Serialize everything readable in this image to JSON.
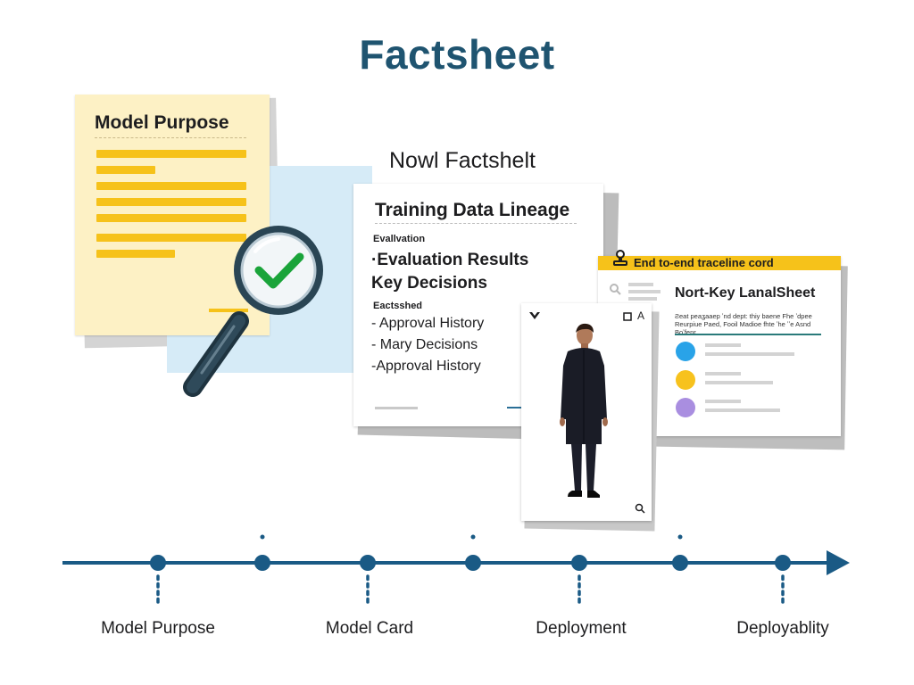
{
  "title": "Factsheet",
  "subtitle": "Nowl Factshelt",
  "colors": {
    "title": "#1f5470",
    "accent_yellow": "#f6c21a",
    "timeline_blue": "#1a5a85",
    "check_green": "#1aa43a",
    "dot_blue": "#29a3e8",
    "dot_yellow": "#f7c21d",
    "dot_purple": "#a98ee0"
  },
  "card_purpose": {
    "title": "Model Purpose"
  },
  "card_lineage": {
    "title": "Training Data Lineage",
    "small1": "Evallvation",
    "heading1": "·Evaluation Results",
    "heading2": "Key Decisions",
    "small2": "Eactsshed",
    "items": [
      "- Approval History",
      "- Mary Decisions",
      "-Approval History"
    ]
  },
  "card_key": {
    "header": "End to-end traceline cord",
    "title": "Nort-Key LanalSheet",
    "description": "Ƨeat peaʓaaep ʼnd dept: thiy baene Fhe  ʼdpee  Reurpiue  Paed, Fooil Madioe fhte ʼhe ʼʼe  Asnd Boʼfenr",
    "icon_header": "stamp-icon",
    "icon_search": "search-icon"
  },
  "person_card": {
    "icon_top_left": "chevron-down-icon",
    "icon_top_right_1": "square-icon",
    "top_right_letter": "A",
    "icon_bottom": "search-icon"
  },
  "timeline": {
    "labels": [
      "Model Purpose",
      "Model Card",
      "Deployment",
      "Deployablity"
    ]
  }
}
